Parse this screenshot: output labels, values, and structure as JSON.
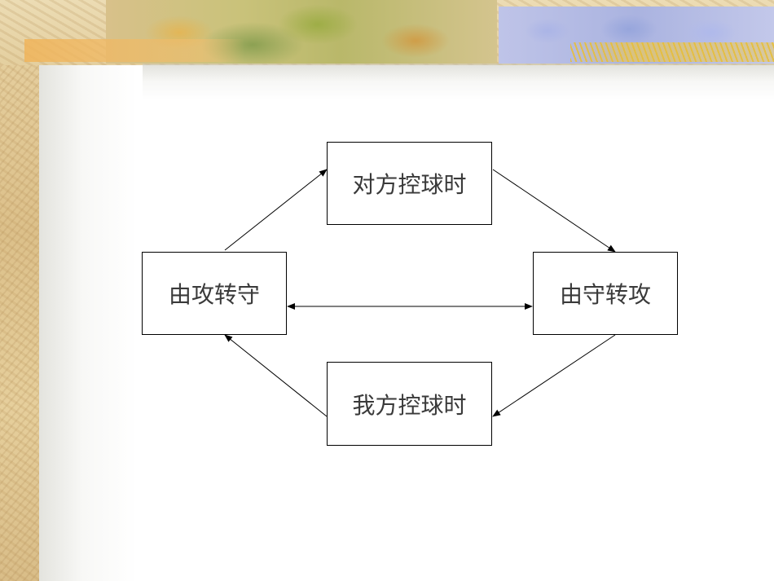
{
  "diagram": {
    "nodes": {
      "opponent_possession": "对方控球时",
      "attack_to_defense": "由攻转守",
      "defense_to_attack": "由守转攻",
      "our_possession": "我方控球时"
    },
    "edges": [
      {
        "from": "attack_to_defense",
        "to": "opponent_possession"
      },
      {
        "from": "opponent_possession",
        "to": "defense_to_attack"
      },
      {
        "from": "defense_to_attack",
        "to": "our_possession"
      },
      {
        "from": "our_possession",
        "to": "attack_to_defense"
      },
      {
        "from": "attack_to_defense",
        "to": "defense_to_attack",
        "bidirectional": true
      }
    ],
    "colors": {
      "text": "#3a3a3a",
      "border": "#000000",
      "arrow": "#000000"
    }
  }
}
